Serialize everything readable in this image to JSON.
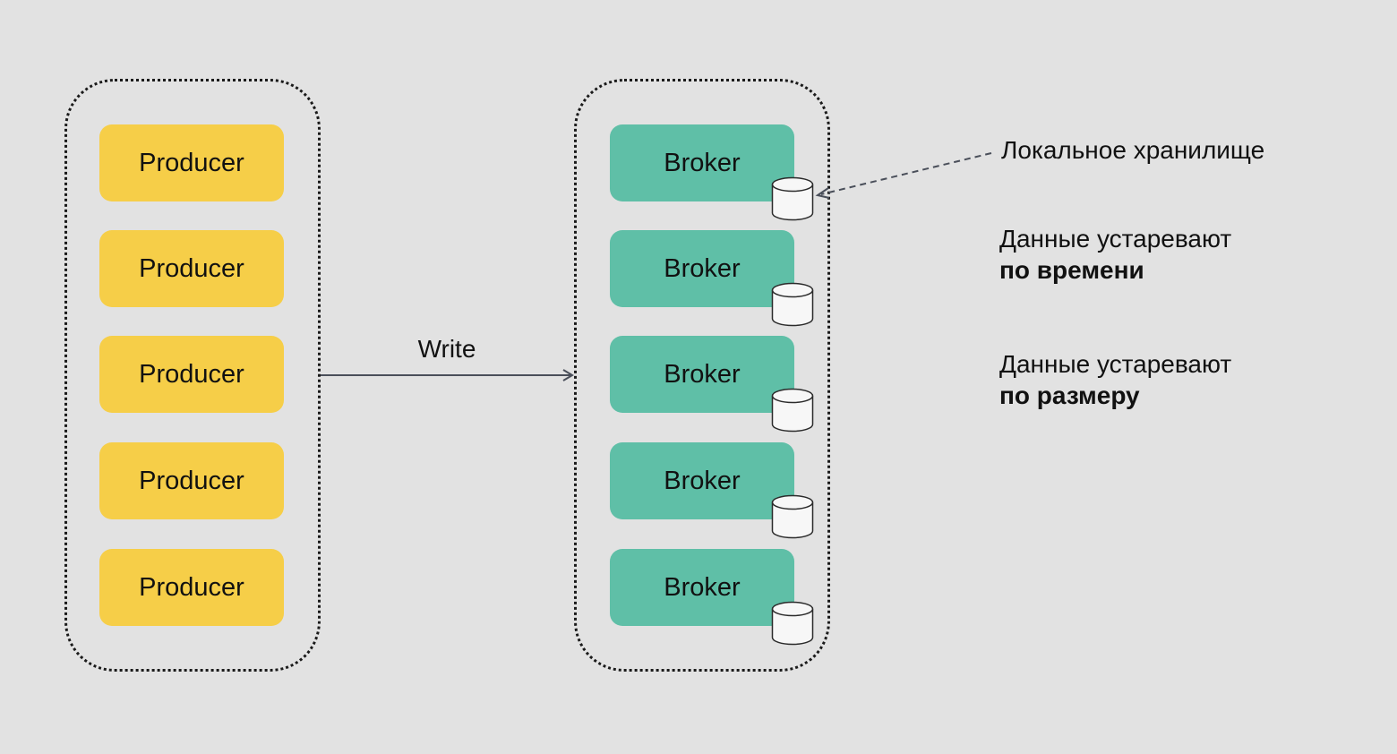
{
  "colors": {
    "background": "#e2e2e2",
    "producer": "#f6ce48",
    "broker": "#5fbfa7",
    "storage_fill": "#f7f7f7",
    "storage_stroke": "#2b2b2b",
    "connector": "#4a4f5a"
  },
  "icons": {
    "storage": "database-cylinder-icon"
  },
  "producers": [
    {
      "label": "Producer"
    },
    {
      "label": "Producer"
    },
    {
      "label": "Producer"
    },
    {
      "label": "Producer"
    },
    {
      "label": "Producer"
    }
  ],
  "brokers": [
    {
      "label": "Broker"
    },
    {
      "label": "Broker"
    },
    {
      "label": "Broker"
    },
    {
      "label": "Broker"
    },
    {
      "label": "Broker"
    }
  ],
  "write_label": "Write",
  "storage_label": "Локальное хранилище",
  "retention_notes": [
    {
      "line1": "Данные устаревают",
      "line2": "по времени"
    },
    {
      "line1": "Данные устаревают",
      "line2": "по размеру"
    }
  ]
}
